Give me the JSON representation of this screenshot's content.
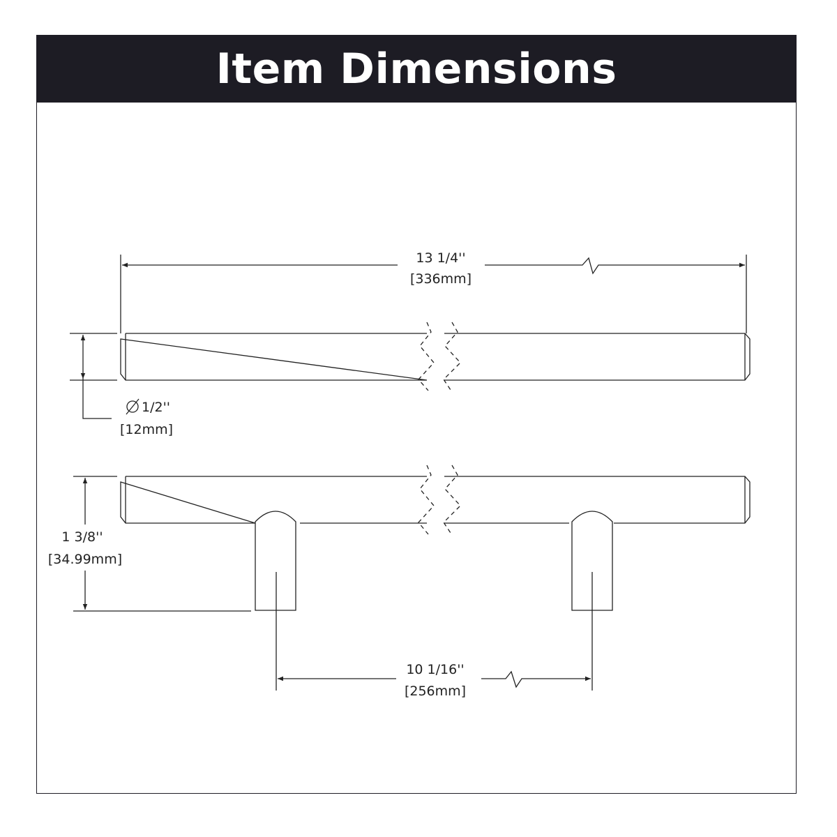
{
  "header": {
    "title": "Item Dimensions"
  },
  "dimensions": {
    "overall_length": {
      "imperial": "13 1/4''",
      "metric": "[336mm]"
    },
    "diameter": {
      "imperial": "1/2''",
      "metric": "[12mm]"
    },
    "projection": {
      "imperial": "1 3/8''",
      "metric": "[34.99mm]"
    },
    "center_to_center": {
      "imperial": "10 1/16''",
      "metric": "[256mm]"
    }
  },
  "colors": {
    "header_bg": "#1d1c24",
    "header_text": "#ffffff",
    "line": "#222222"
  }
}
